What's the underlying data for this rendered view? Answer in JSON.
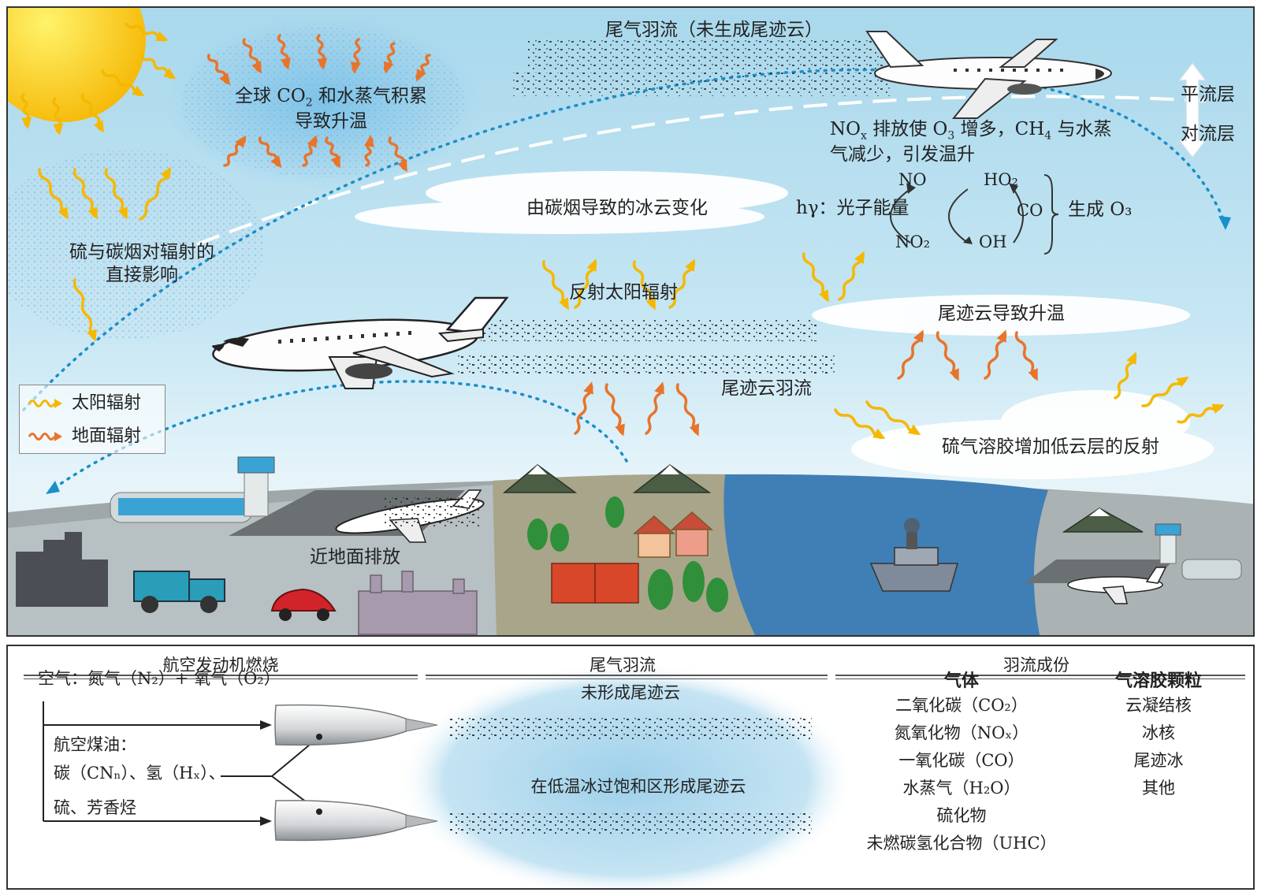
{
  "top": {
    "labels": {
      "exhaust_plume_no_contrail": "尾气羽流（未生成尾迹云）",
      "global_co2_line1_a": "全球 CO",
      "global_co2_line1_sub": "2",
      "global_co2_line1_b": " 和水蒸气积累",
      "global_co2_line2": "导致升温",
      "stratosphere": "平流层",
      "troposphere": "对流层",
      "nox_line1_a": "NO",
      "nox_line1_sub": "x",
      "nox_line1_b": " 排放使 O",
      "nox_line1_sub2": "3",
      "nox_line1_c": " 增多，CH",
      "nox_line1_sub3": "4",
      "nox_line1_d": " 与水蒸",
      "nox_line2": "气减少，引发温升",
      "soot_ice_cloud": "由碳烟导致的冰云变化",
      "photon_energy": "hγ：光子能量",
      "cycle_no": "NO",
      "cycle_no2": "NO₂",
      "cycle_ho2": "HO₂",
      "cycle_co": "CO",
      "cycle_oh": "OH",
      "generate_o3": "生成 O₃",
      "sulfur_soot_line1": "硫与碳烟对辐射的",
      "sulfur_soot_line2": "直接影响",
      "reflect_solar": "反射太阳辐射",
      "contrail_warming": "尾迹云导致升温",
      "contrail_plume": "尾迹云羽流",
      "sulfate_aerosol": "硫气溶胶增加低云层的反射",
      "near_ground": "近地面排放"
    },
    "legend": {
      "solar": "太阳辐射",
      "ground": "地面辐射"
    }
  },
  "bottom": {
    "col1_title": "航空发动机燃烧",
    "col2_title": "尾气羽流",
    "col3_title": "羽流成份",
    "air_line": "空气：氮气（N₂）+ 氧气（O₂）",
    "fuel_title": "航空煤油：",
    "fuel_line1": "碳（CNₙ）、氢（Hₓ）、",
    "fuel_line2": "硫、芳香烃",
    "no_contrail": "未形成尾迹云",
    "with_contrail": "在低温冰过饱和区形成尾迹云",
    "gas_head": "气体",
    "aerosol_head": "气溶胶颗粒",
    "gases": [
      "二氧化碳（CO₂）",
      "氮氧化物（NOₓ）",
      "一氧化碳（CO）",
      "水蒸气（H₂O）",
      "硫化物",
      "未燃碳氢化合物（UHC）"
    ],
    "aerosols": [
      "云凝结核",
      "冰核",
      "尾迹冰",
      "其他"
    ]
  },
  "colors": {
    "solar_radiation": "#f5b800",
    "ground_radiation": "#e8742a",
    "sky": "#bfe3f2",
    "dotted_path": "#1a8fc9"
  }
}
